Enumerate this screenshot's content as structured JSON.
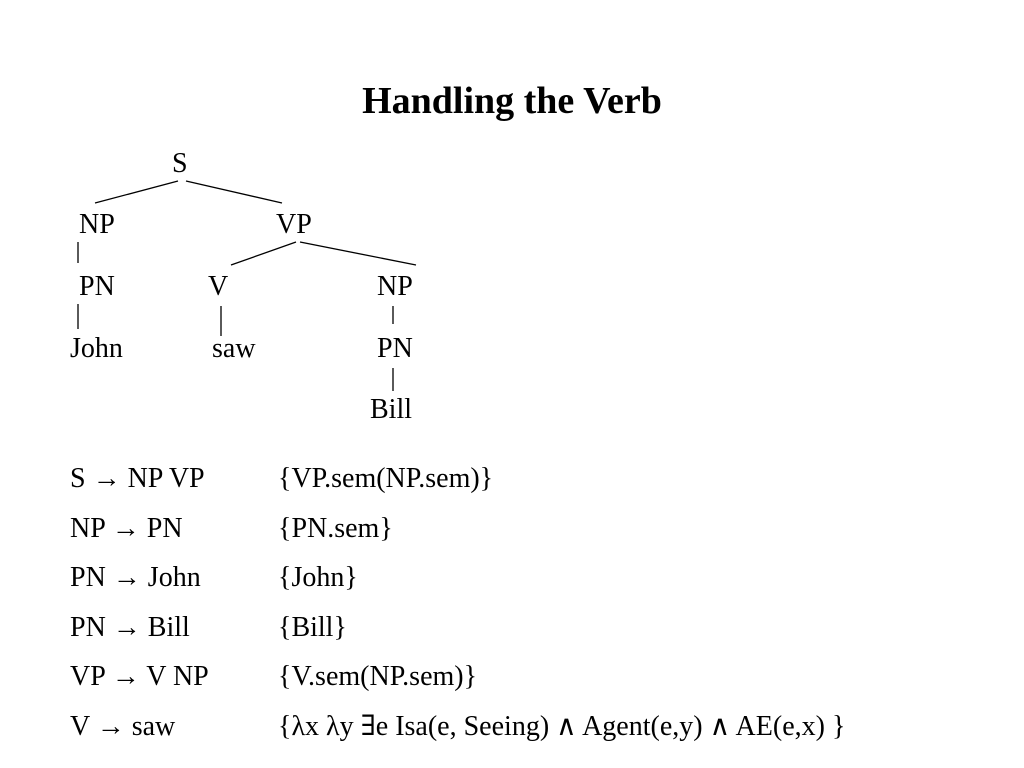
{
  "slide": {
    "title": "Handling the Verb"
  },
  "tree": {
    "s": "S",
    "np": "NP",
    "vp": "VP",
    "pn_left": "PN",
    "v": "V",
    "np_right": "NP",
    "john": "John",
    "saw": "saw",
    "pn_right": "PN",
    "bill": "Bill"
  },
  "rules": [
    {
      "lhs": "S → NP VP",
      "sem": "{VP.sem(NP.sem)}"
    },
    {
      "lhs": "NP → PN",
      "sem": "{PN.sem}"
    },
    {
      "lhs": "PN → John",
      "sem": "{John}"
    },
    {
      "lhs": "PN → Bill",
      "sem": "{Bill}"
    },
    {
      "lhs": "VP → V NP",
      "sem": "{V.sem(NP.sem)}"
    },
    {
      "lhs": "V →  saw",
      "sem": "{λx λy ∃e Isa(e, Seeing) ∧ Agent(e,y) ∧ AE(e,x) }"
    }
  ]
}
